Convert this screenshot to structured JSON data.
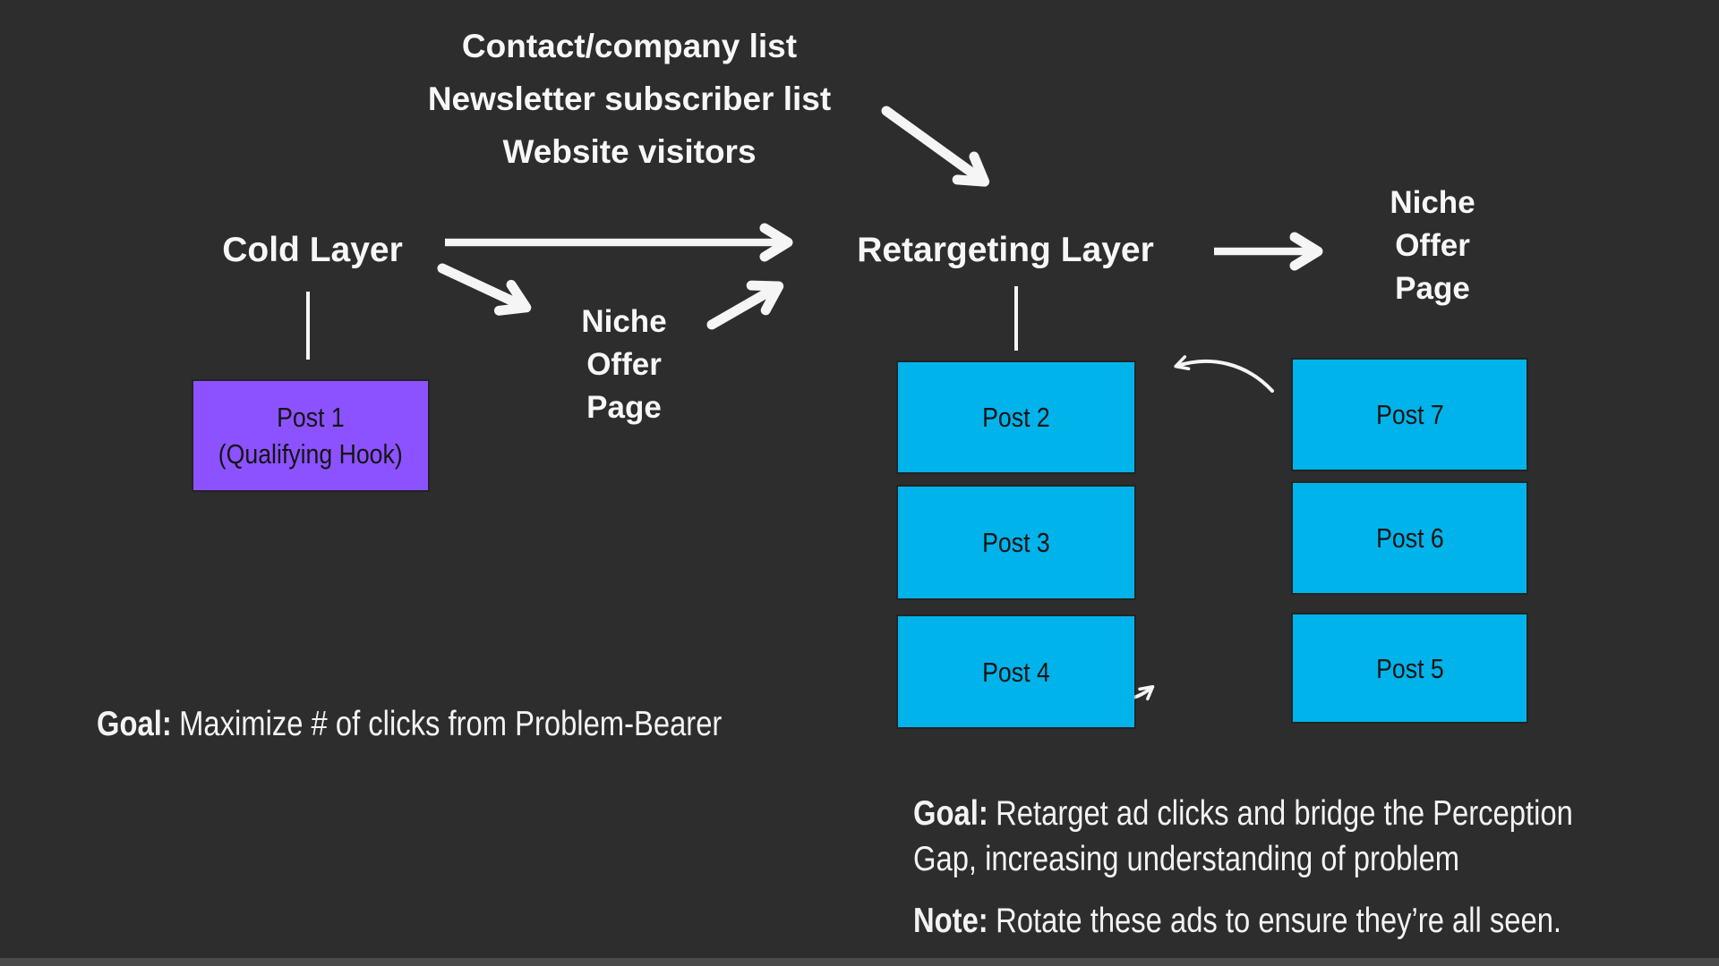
{
  "colors": {
    "background": "#2d2d2d",
    "arrow": "#f5f5f5",
    "heading_text": "#f7f7f7",
    "post_card_cyan": "#00b3ea",
    "post_card_purple": "#8c52ff",
    "card_text": "#141414"
  },
  "audience_sources": {
    "lines": [
      "Contact/company list",
      "Newsletter subscriber list",
      "Website visitors"
    ]
  },
  "cold_layer": {
    "label": "Cold Layer"
  },
  "retargeting_layer": {
    "label": "Retargeting Layer"
  },
  "niche_offer_middle": {
    "lines": [
      "Niche",
      "Offer",
      "Page"
    ]
  },
  "niche_offer_right": {
    "lines": [
      "Niche",
      "Offer",
      "Page"
    ]
  },
  "posts": {
    "post1": {
      "title": "Post 1",
      "subtitle": "(Qualifying Hook)",
      "color": "#8c52ff"
    },
    "post2": {
      "label": "Post 2",
      "color": "#00b3ea"
    },
    "post3": {
      "label": "Post 3",
      "color": "#00b3ea"
    },
    "post4": {
      "label": "Post 4",
      "color": "#00b3ea"
    },
    "post5": {
      "label": "Post 5",
      "color": "#00b3ea"
    },
    "post6": {
      "label": "Post 6",
      "color": "#00b3ea"
    },
    "post7": {
      "label": "Post 7",
      "color": "#00b3ea"
    }
  },
  "annotations": {
    "goal_left": {
      "label": "Goal:",
      "text": "Maximize # of clicks from Problem-Bearer"
    },
    "goal_right": {
      "label": "Goal:",
      "line1": "Retarget ad clicks and bridge the Perception",
      "line2": "Gap, increasing understanding of problem"
    },
    "note": {
      "label": "Note:",
      "text": "Rotate these ads to ensure they’re all seen."
    }
  }
}
